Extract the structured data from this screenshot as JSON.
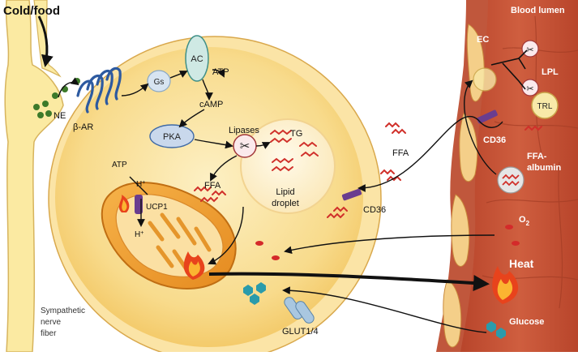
{
  "labels": {
    "cold_food": "Cold/food",
    "blood_lumen": "Blood lumen",
    "ec": "EC",
    "ne": "NE",
    "beta_ar": "β-AR",
    "gs": "Gs",
    "ac": "AC",
    "atp_top": "ATP",
    "camp": "cAMP",
    "pka": "PKA",
    "lipases": "Lipases",
    "tg": "TG",
    "lipid_droplet_line1": "Lipid",
    "lipid_droplet_line2": "droplet",
    "ffa_cell": "FFA",
    "ffa_mid": "FFA",
    "atp_mito": "ATP",
    "h_plus": "H",
    "ucp1": "UCP1",
    "cd36_cell": "CD36",
    "cd36_vessel": "CD36",
    "lpl": "LPL",
    "trl": "TRL",
    "ffa_albumin_line1": "FFA-",
    "ffa_albumin_line2": "albumin",
    "o2": "O",
    "o2_sub": "2",
    "heat": "Heat",
    "glucose": "Glucose",
    "glut": "GLUT1/4",
    "sympathetic_line1": "Sympathetic",
    "sympathetic_line2": "nerve",
    "sympathetic_line3": "fiber"
  },
  "colors": {
    "nerve_fill": "#fbeaa2",
    "cell_fill": "#f6d37a",
    "cell_inner": "#fbe7ad",
    "vessel_outer": "#b84a2f",
    "vessel_lumen": "#c9573a",
    "ne_dot": "#3d7a2a",
    "receptor": "#2d5aa0",
    "ffa_wave": "#d0302a",
    "flame_outer": "#e8431c",
    "flame_inner": "#fbb531",
    "glucose_dot": "#2a9bab"
  }
}
